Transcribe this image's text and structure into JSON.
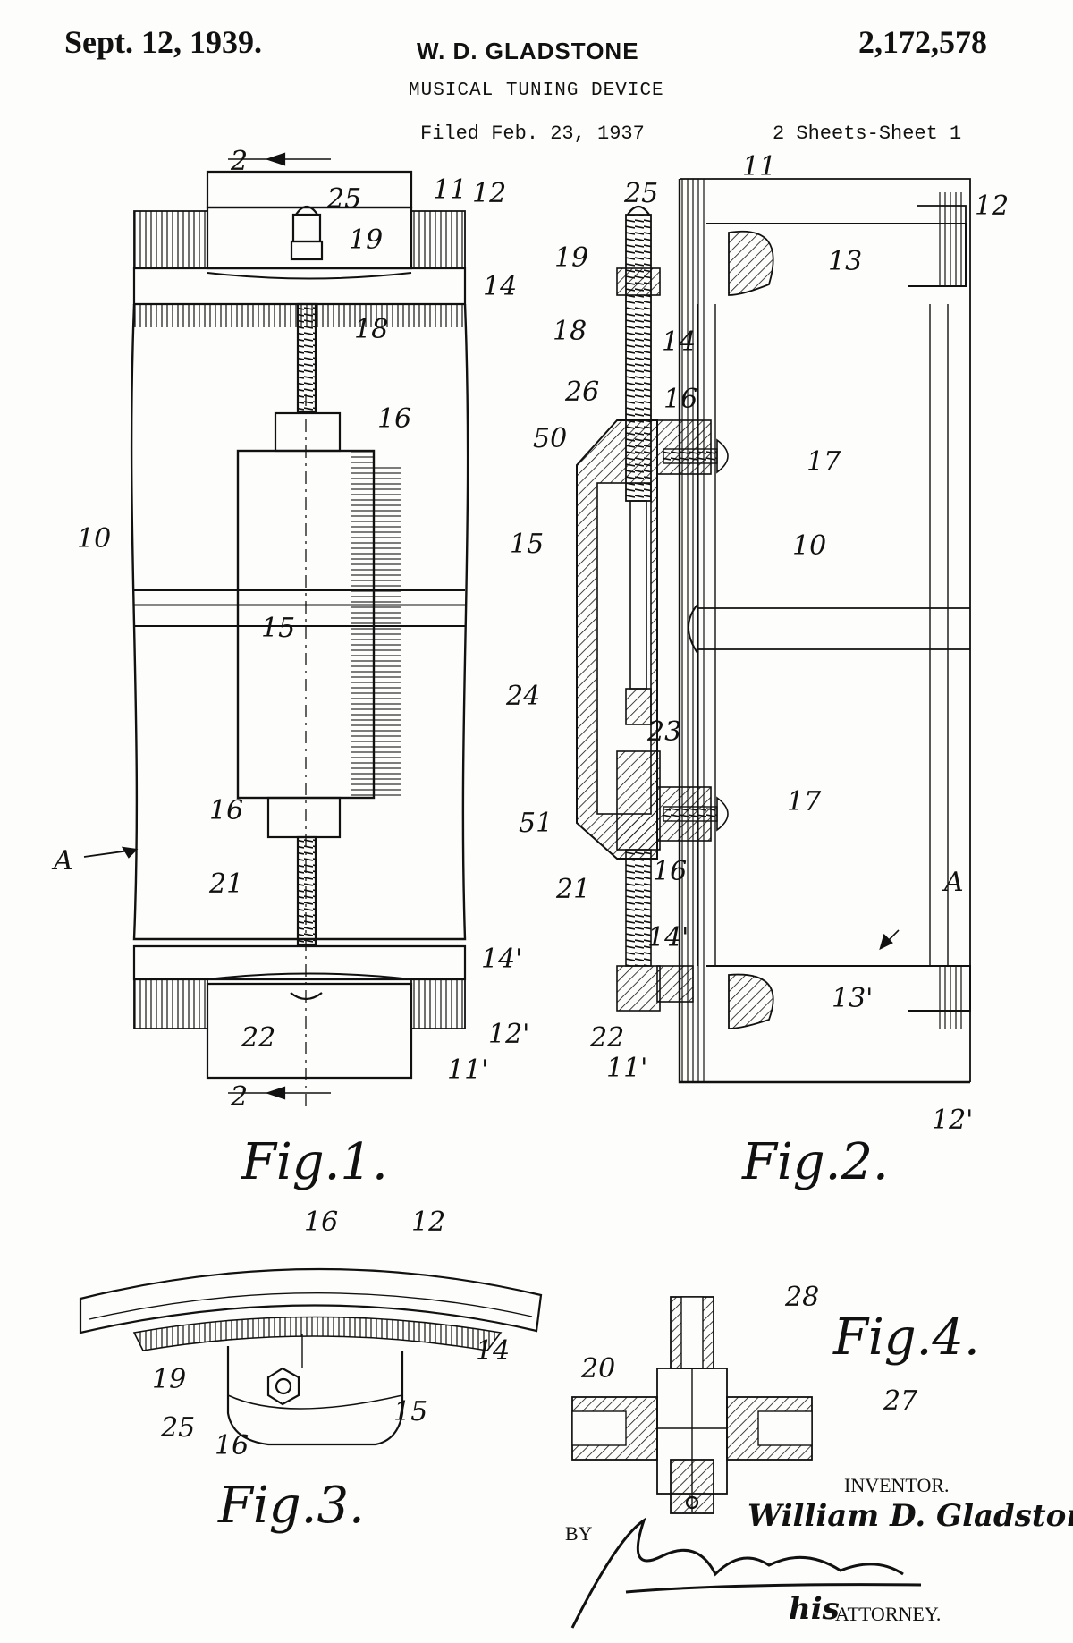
{
  "header": {
    "date": "Sept. 12, 1939.",
    "inventor_name": "W. D. GLADSTONE",
    "patent_number": "2,172,578",
    "title": "MUSICAL TUNING DEVICE",
    "filed": "Filed Feb. 23, 1937",
    "sheets": "2 Sheets-Sheet 1"
  },
  "figures": {
    "fig1": {
      "caption": "Fig.1.",
      "refs": [
        "2",
        "25",
        "11",
        "12",
        "19",
        "14",
        "18",
        "16",
        "10",
        "15",
        "16",
        "A",
        "21",
        "14'",
        "22",
        "12'",
        "11'",
        "2"
      ]
    },
    "fig2": {
      "caption": "Fig.2.",
      "refs": [
        "11",
        "25",
        "12",
        "19",
        "13",
        "18",
        "14",
        "26",
        "16",
        "50",
        "17",
        "15",
        "10",
        "24",
        "23",
        "17",
        "51",
        "16",
        "21",
        "A",
        "14'",
        "13'",
        "22",
        "11'",
        "12'"
      ]
    },
    "fig3": {
      "caption": "Fig.3.",
      "refs": [
        "16",
        "12",
        "14",
        "19",
        "25",
        "15",
        "16"
      ]
    },
    "fig4": {
      "caption": "Fig.4.",
      "refs": [
        "28",
        "20",
        "27"
      ]
    }
  },
  "footer": {
    "inventor_label": "INVENTOR.",
    "inventor_signature": "William D. Gladstone",
    "by_label": "BY",
    "attorney_prefix": "his",
    "attorney_label": "ATTORNEY."
  }
}
